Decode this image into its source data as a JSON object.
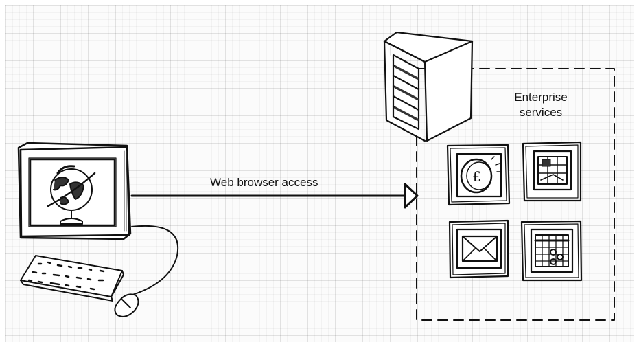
{
  "diagram": {
    "arrow_label": "Web browser access",
    "group_title_line1": "Enterprise",
    "group_title_line2": "services",
    "nodes": {
      "client": {
        "icon": "desktop-computer-with-globe-icon"
      },
      "server": {
        "icon": "server-rack-icon"
      },
      "services": [
        {
          "icon": "pound-coin-icon"
        },
        {
          "icon": "floor-plan-document-icon"
        },
        {
          "icon": "email-envelope-icon"
        },
        {
          "icon": "calendar-icon"
        }
      ]
    },
    "colors": {
      "stroke": "#111111",
      "background": "#fbfbfb",
      "grid": "#e6e6e6"
    }
  }
}
